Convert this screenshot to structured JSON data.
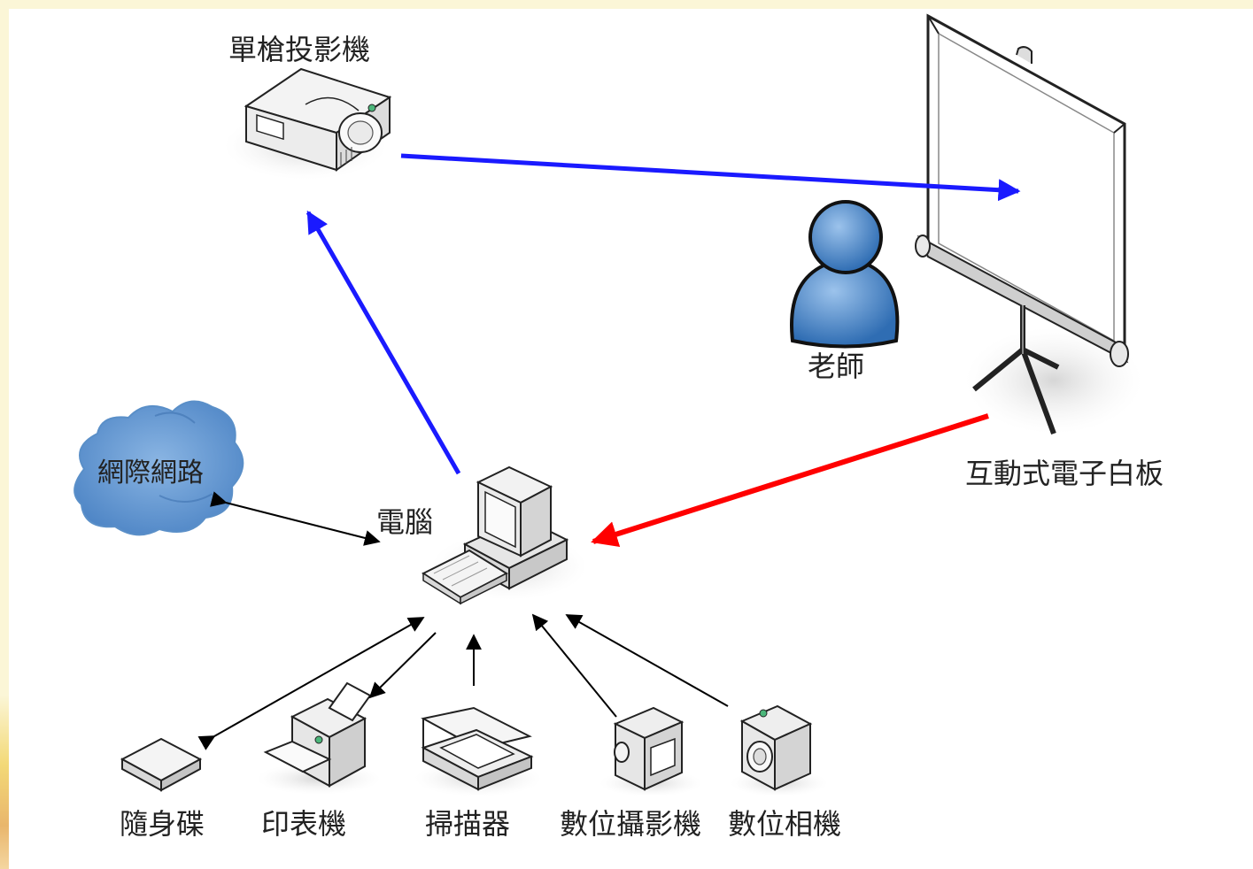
{
  "labels": {
    "projector": "單槍投影機",
    "whiteboard": "互動式電子白板",
    "teacher": "老師",
    "internet": "網際網路",
    "computer": "電腦",
    "usb": "隨身碟",
    "printer": "印表機",
    "scanner": "掃描器",
    "camcorder": "數位攝影機",
    "camera": "數位相機"
  },
  "colors": {
    "projection_arrow": "#1a1aff",
    "input_arrow": "#ff0000",
    "device_arrow": "#000000",
    "cloud": "#6a9dd6",
    "teacher": "#4a86c8"
  },
  "icons": [
    "projector-icon",
    "whiteboard-icon",
    "teacher-icon",
    "cloud-icon",
    "computer-icon",
    "usb-drive-icon",
    "printer-icon",
    "scanner-icon",
    "camcorder-icon",
    "camera-icon"
  ]
}
